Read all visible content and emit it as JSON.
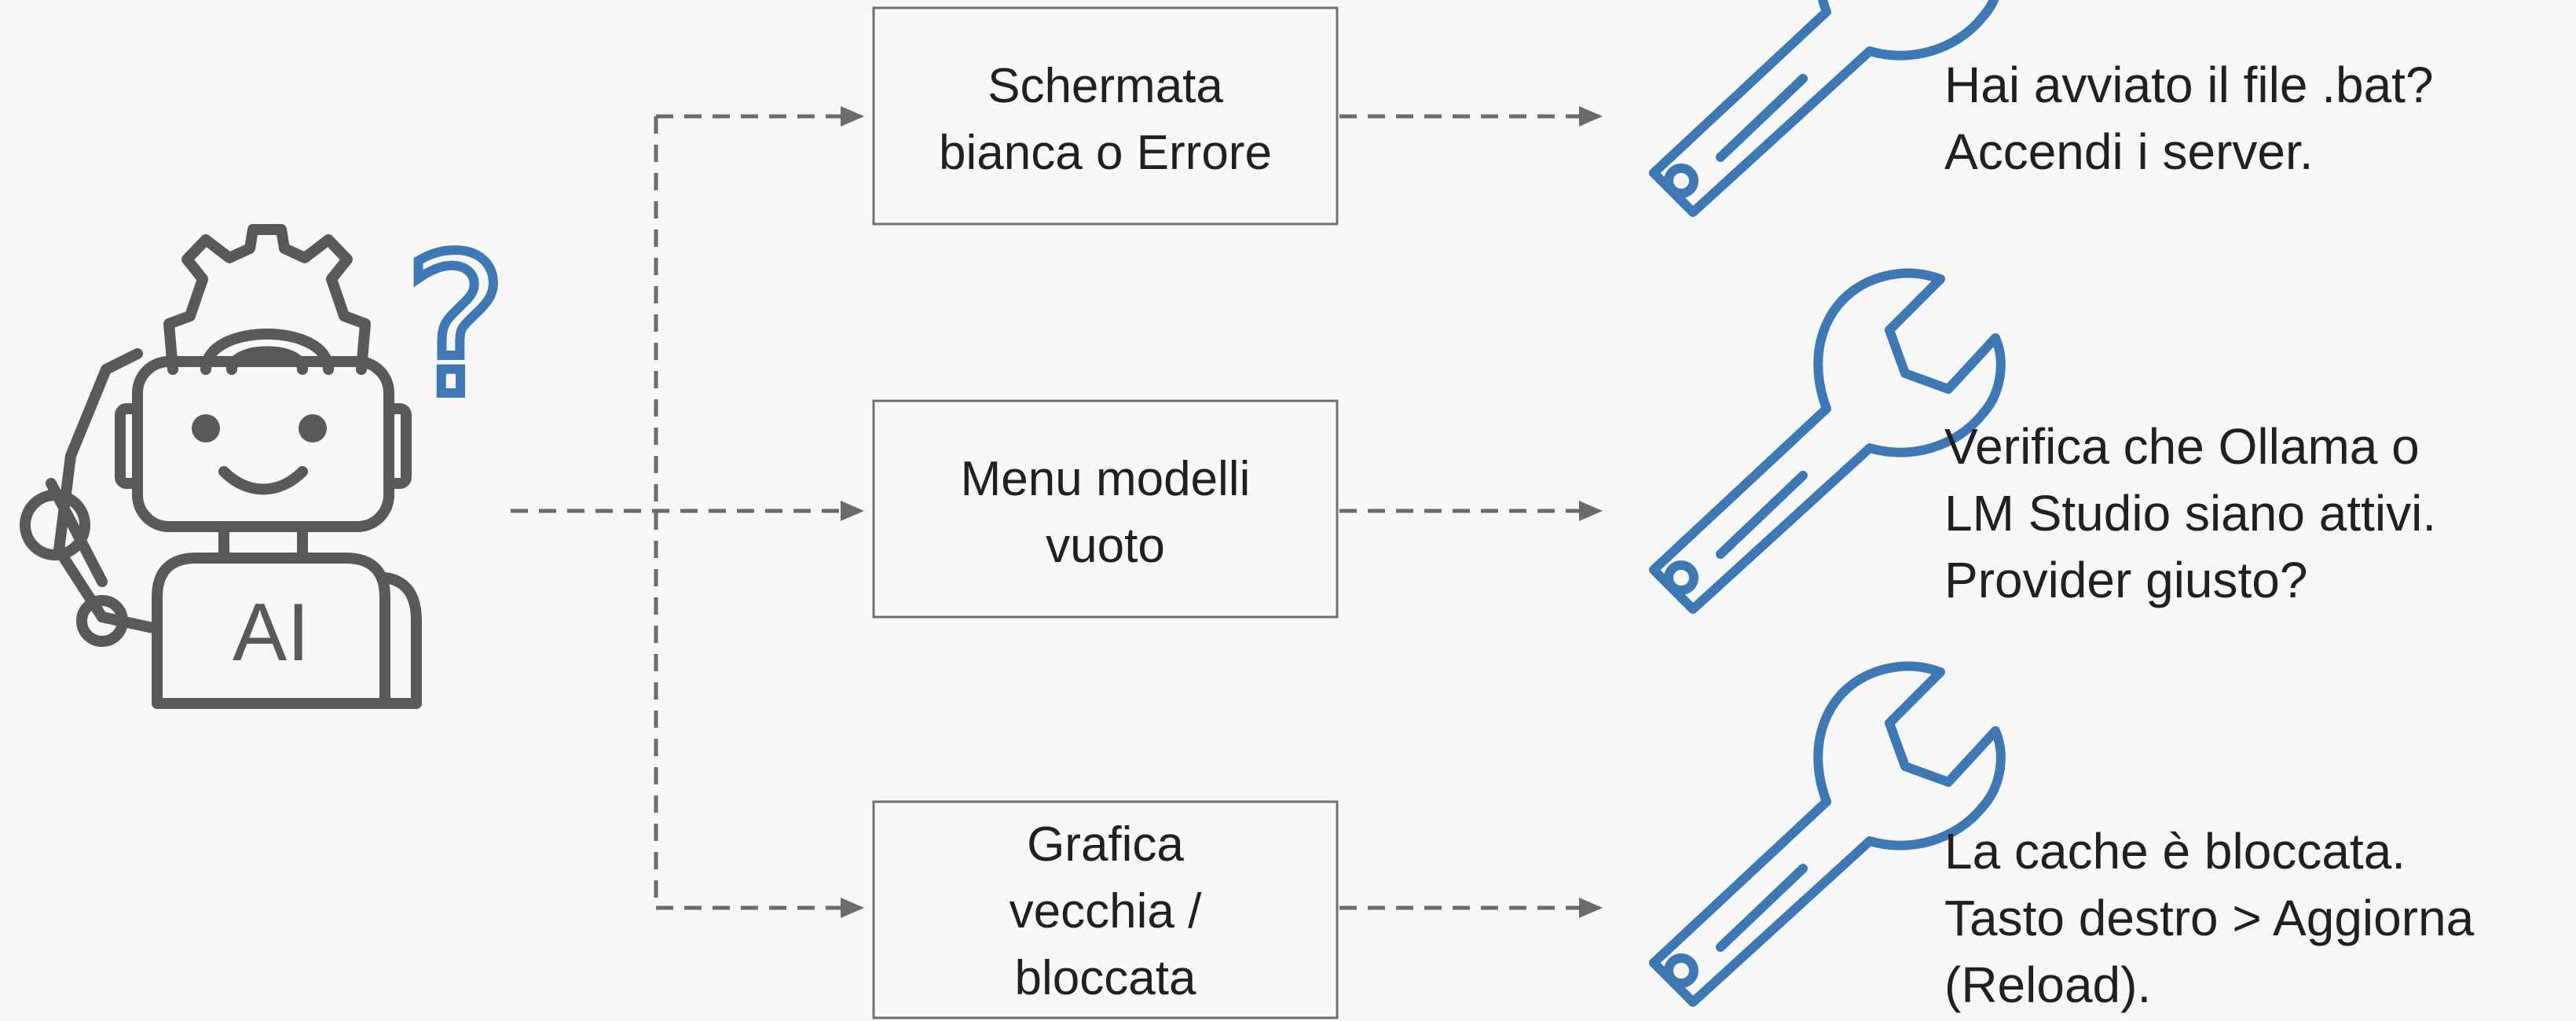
{
  "robot": {
    "label": "AI",
    "icon": "robot-thinking-icon"
  },
  "question_icon": {
    "glyph": "?",
    "icon": "question-mark-icon",
    "color": "#3e78b4"
  },
  "problems": [
    {
      "lines": [
        "Schermata",
        "bianca o Errore"
      ],
      "solution_lines": [
        "Hai avviato il file .bat?",
        "Accendi i server."
      ]
    },
    {
      "lines": [
        "Menu modelli",
        "vuoto"
      ],
      "solution_lines": [
        "Verifica che Ollama o",
        "LM Studio siano attivi.",
        "Provider giusto?"
      ]
    },
    {
      "lines": [
        "Grafica",
        "vecchia /",
        "bloccata"
      ],
      "solution_lines": [
        "La cache è bloccata.",
        "Tasto destro > Aggiorna",
        "(Reload)."
      ]
    }
  ],
  "solution_icon": "wrench-icon",
  "colors": {
    "accent": "#3e78b4",
    "line": "#6b6b6b",
    "robot": "#595959",
    "background": "#f7f7f7"
  }
}
